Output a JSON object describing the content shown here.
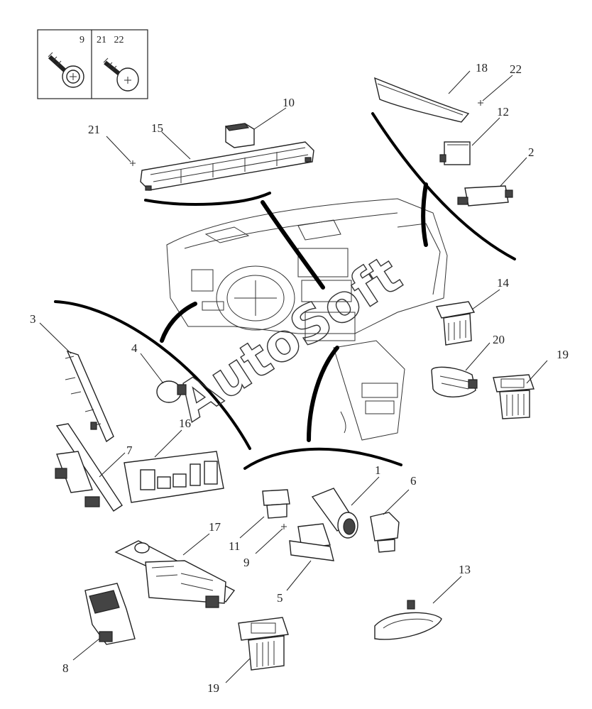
{
  "legend": {
    "cells": [
      {
        "numbers": "9"
      },
      {
        "numbers": "21   22"
      }
    ]
  },
  "callouts": [
    "1",
    "2",
    "3",
    "4",
    "5",
    "6",
    "7",
    "8",
    "9",
    "10",
    "11",
    "12",
    "13",
    "14",
    "15",
    "16",
    "17",
    "18",
    "19",
    "19",
    "20",
    "21",
    "22"
  ],
  "watermark": "AutoSoft"
}
